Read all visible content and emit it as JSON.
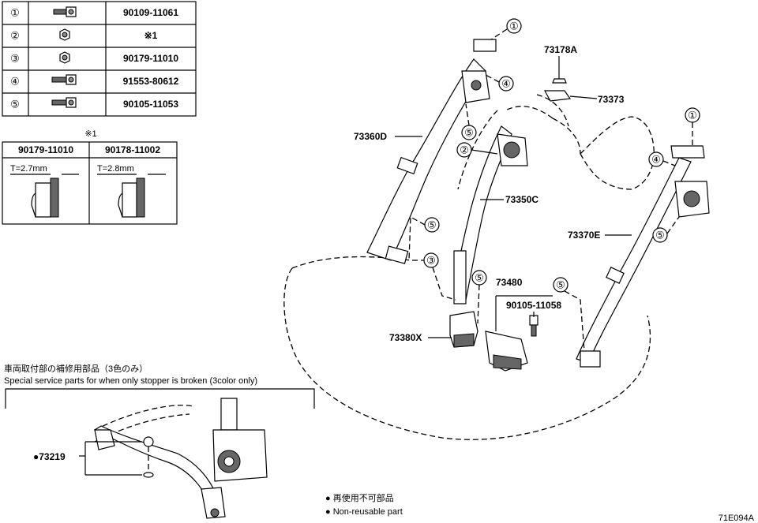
{
  "fastener_table": {
    "rows": [
      {
        "num": "①",
        "part": "90109-11061"
      },
      {
        "num": "②",
        "part": "※1"
      },
      {
        "num": "③",
        "part": "90179-11010"
      },
      {
        "num": "④",
        "part": "91553-80612"
      },
      {
        "num": "⑤",
        "part": "90105-11053"
      }
    ]
  },
  "nut_table": {
    "title": "※1",
    "columns": [
      {
        "part": "90179-11010",
        "thickness": "T=2.7mm"
      },
      {
        "part": "90178-11002",
        "thickness": "T=2.8mm"
      }
    ]
  },
  "callouts": {
    "c1": "①",
    "c2": "②",
    "c3": "③",
    "c4": "④",
    "c5": "⑤"
  },
  "part_labels": {
    "p73178a": "73178A",
    "p73373": "73373",
    "p73360d": "73360D",
    "p73350c": "73350C",
    "p73370e": "73370E",
    "p73480": "73480",
    "p90105": "90105-11058",
    "p73380x": "73380X"
  },
  "special": {
    "title_jp": "車両取付部の補修用部品（3色のみ）",
    "title_en": "Special service parts for when only stopper is broken (3color only)",
    "part": "●73219"
  },
  "legend": {
    "jp": "● 再使用不可部品",
    "en": "● Non-reusable part"
  },
  "figure_code": "71E094A"
}
